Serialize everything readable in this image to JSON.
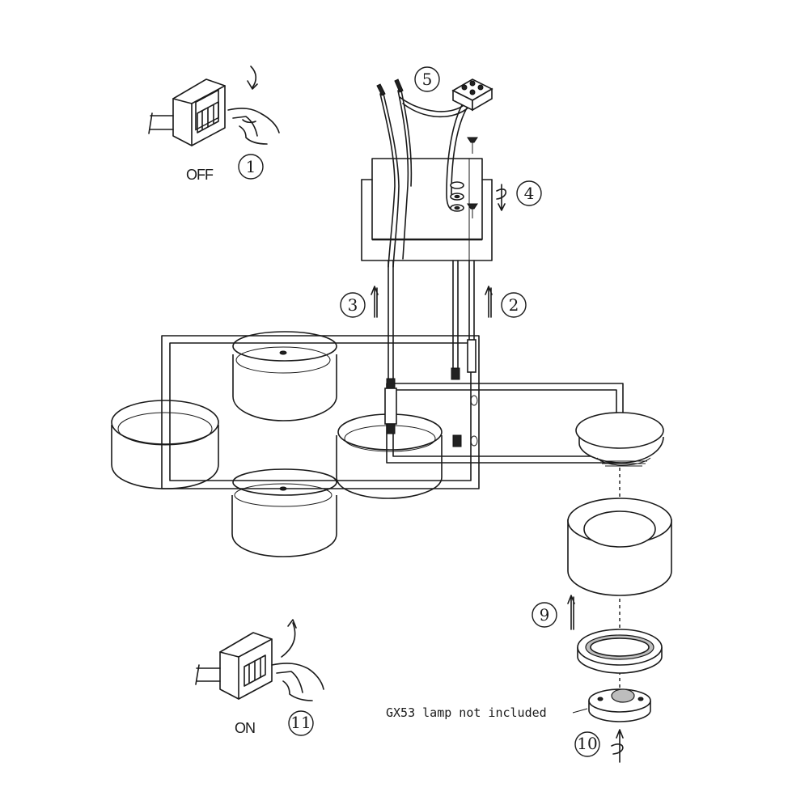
{
  "steps": [
    {
      "number": "1",
      "label": "OFF"
    },
    {
      "number": "2"
    },
    {
      "number": "3"
    },
    {
      "number": "4"
    },
    {
      "number": "5"
    },
    {
      "number": "9"
    },
    {
      "number": "10"
    },
    {
      "number": "11",
      "label": "ON"
    }
  ],
  "annotation": {
    "lamp_note": "GX53  lamp not included"
  },
  "icons": {
    "switch_off": "wall-switch-off-icon",
    "switch_on": "wall-switch-on-icon",
    "hand": "hand-pointing-icon",
    "arrow_up": "arrow-up-icon",
    "rotate": "rotate-arrow-icon",
    "screw": "screw-icon",
    "terminal_block": "terminal-block-icon"
  },
  "colors": {
    "line": "#1a1a1a",
    "background": "#ffffff"
  }
}
